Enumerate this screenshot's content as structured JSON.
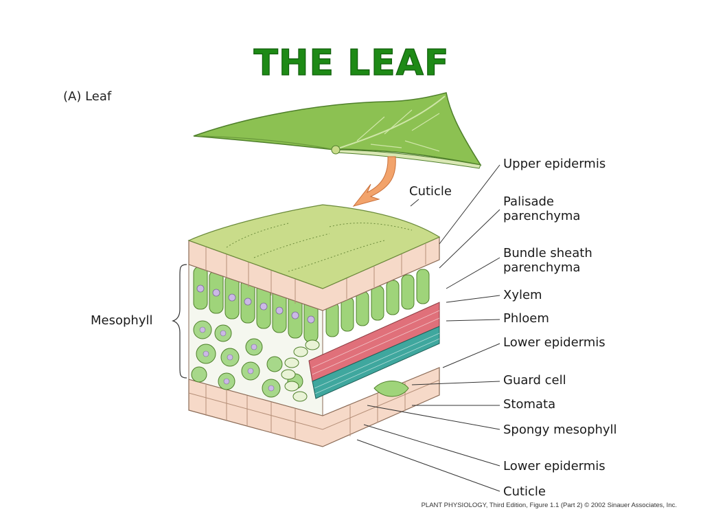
{
  "slide": {
    "title": "The Leaf"
  },
  "figure": {
    "panel_label": "(A) Leaf",
    "group_label": "Mesophyll",
    "labels": {
      "cuticle_top": "Cuticle",
      "upper_epidermis": "Upper epidermis",
      "palisade": [
        "Palisade",
        "parenchyma"
      ],
      "bundle_sheath": [
        "Bundle sheath",
        "parenchyma"
      ],
      "xylem": "Xylem",
      "phloem": "Phloem",
      "lower_epidermis_1": "Lower epidermis",
      "guard_cell": "Guard cell",
      "stomata": "Stomata",
      "spongy": "Spongy mesophyll",
      "lower_epidermis_2": "Lower epidermis",
      "cuticle_bottom": "Cuticle"
    },
    "caption": "PLANT PHYSIOLOGY, Third Edition, Figure 1.1 (Part 2)  © 2002 Sinauer Associates, Inc."
  },
  "colors": {
    "title": "#1e8a16",
    "leaf": "#8cc152",
    "cuticle": "#c9dc8a",
    "epidermis": "#f6d9c8",
    "palisade": "#9fd47a",
    "nucleus": "#cbb8e6",
    "xylem": "#e0707a",
    "phloem": "#3fa79e",
    "arrow": "#f2a36b"
  }
}
